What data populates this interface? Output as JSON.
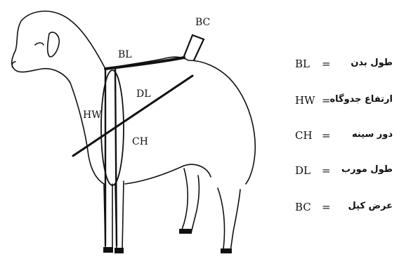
{
  "diagram": {
    "labels": {
      "bc": "BC",
      "bl": "BL",
      "dl": "DL",
      "hw": "HW",
      "ch": "CH"
    }
  },
  "legend": [
    {
      "abbr": "BL",
      "eq": "=",
      "persian": "طول بدن"
    },
    {
      "abbr": "HW",
      "eq": "=",
      "persian": "ارتفاع جدوگاه"
    },
    {
      "abbr": "CH",
      "eq": "=",
      "persian": "دور سینه"
    },
    {
      "abbr": "DL",
      "eq": "=",
      "persian": "طول مورب"
    },
    {
      "abbr": "BC",
      "eq": "=",
      "persian": "عرض کپل"
    }
  ]
}
